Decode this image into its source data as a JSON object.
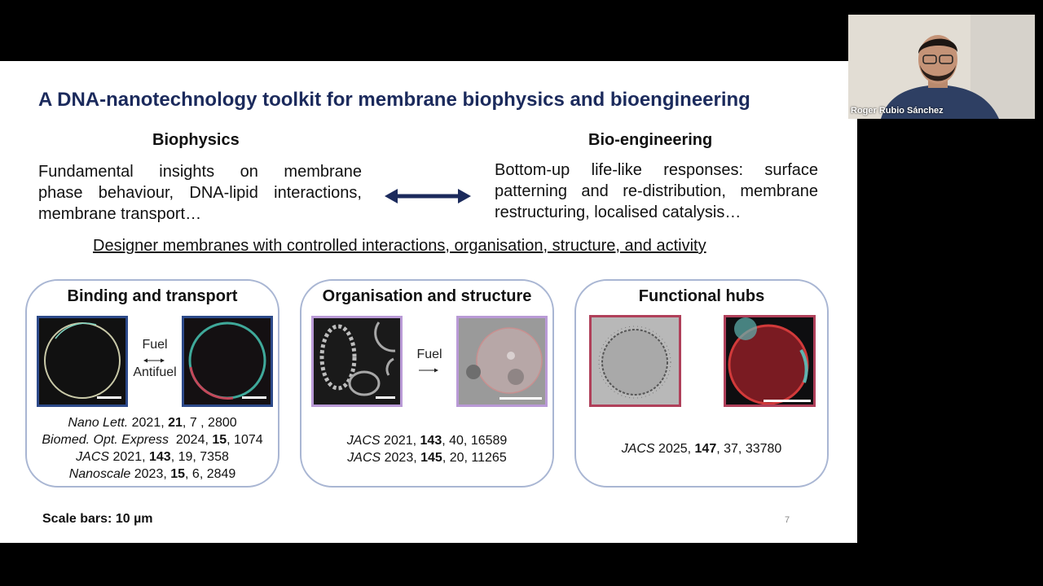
{
  "slide": {
    "title": "A DNA-nanotechnology toolkit for membrane biophysics and bioengineering",
    "left": {
      "heading": "Biophysics",
      "lines": [
        "Fundamental insights on membrane",
        "phase behaviour, DNA-lipid interactions,",
        "membrane transport…"
      ]
    },
    "right": {
      "heading": "Bio-engineering",
      "lines": [
        "Bottom-up life-like responses: surface",
        "patterning and re-distribution, membrane",
        "restructuring, localised catalysis…"
      ]
    },
    "designer_line": "Designer membranes with controlled interactions, organisation, structure, and activity",
    "panels": [
      {
        "title": "Binding and transport",
        "arrow_top": "Fuel",
        "arrow_bottom": "Antifuel",
        "refs": [
          {
            "journal": "Nano Lett.",
            "year": " 2021, ",
            "vol": "21",
            "rest": ", 7 , 2800"
          },
          {
            "journal": "Biomed. Opt. Express",
            "year": "  2024, ",
            "vol": "15",
            "rest": ", 1074"
          },
          {
            "journal": "JACS",
            "year": " 2021, ",
            "vol": "143",
            "rest": ", 19, 7358"
          },
          {
            "journal": "Nanoscale",
            "year": " 2023, ",
            "vol": "15",
            "rest": ", 6, 2849"
          }
        ]
      },
      {
        "title": "Organisation and structure",
        "arrow_top": "Fuel",
        "refs": [
          {
            "journal": "JACS",
            "year": " 2021, ",
            "vol": "143",
            "rest": ", 40, 16589"
          },
          {
            "journal": "JACS",
            "year": " 2023, ",
            "vol": "145",
            "rest": ", 20, 11265"
          }
        ]
      },
      {
        "title": "Functional hubs",
        "refs": [
          {
            "journal": "JACS",
            "year": " 2025, ",
            "vol": "147",
            "rest": ", 37, 33780"
          }
        ]
      }
    ],
    "scale_note": "Scale bars: 10 µm",
    "page_number": "7"
  },
  "webcam": {
    "participant_name": "Roger Rubio Sánchez"
  },
  "colors": {
    "title": "#1b2a5c",
    "arrow": "#1b2a5c",
    "panel_border": "#a9b6d3",
    "frame_blue": "#2d4a8a",
    "frame_purple": "#b99ad6",
    "frame_red": "#b0405a"
  }
}
